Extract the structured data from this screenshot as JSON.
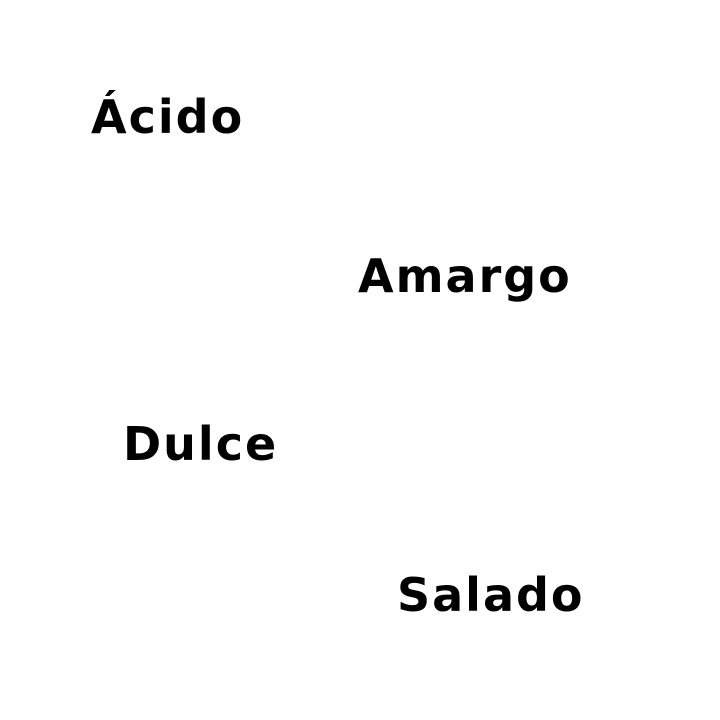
{
  "colors": {
    "background": "#ffffff",
    "text": "#000000"
  },
  "words": [
    {
      "label": "Ácido"
    },
    {
      "label": "Amargo"
    },
    {
      "label": "Dulce"
    },
    {
      "label": "Salado"
    }
  ]
}
